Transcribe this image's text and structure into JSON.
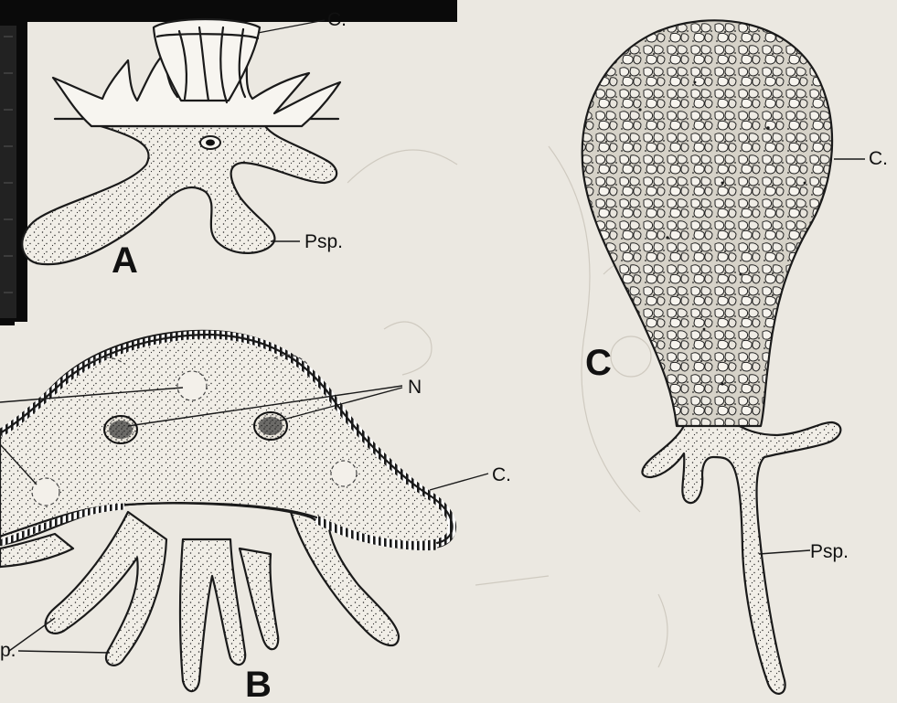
{
  "figure": {
    "panels": {
      "a": {
        "letter": "A",
        "labels": {
          "cuticle": "C.",
          "pseudopodium": "Psp."
        }
      },
      "b": {
        "letter": "B",
        "labels": {
          "nuclei": "N",
          "cuticle": "C.",
          "pseudopodium_partial": "p."
        }
      },
      "c": {
        "letter": "C",
        "labels": {
          "cuticle": "C.",
          "pseudopodium": "Psp."
        }
      }
    },
    "colors": {
      "paper": "#ebe8e1",
      "ink": "#1a1a1a",
      "inset_border": "#0a0a0a"
    }
  }
}
